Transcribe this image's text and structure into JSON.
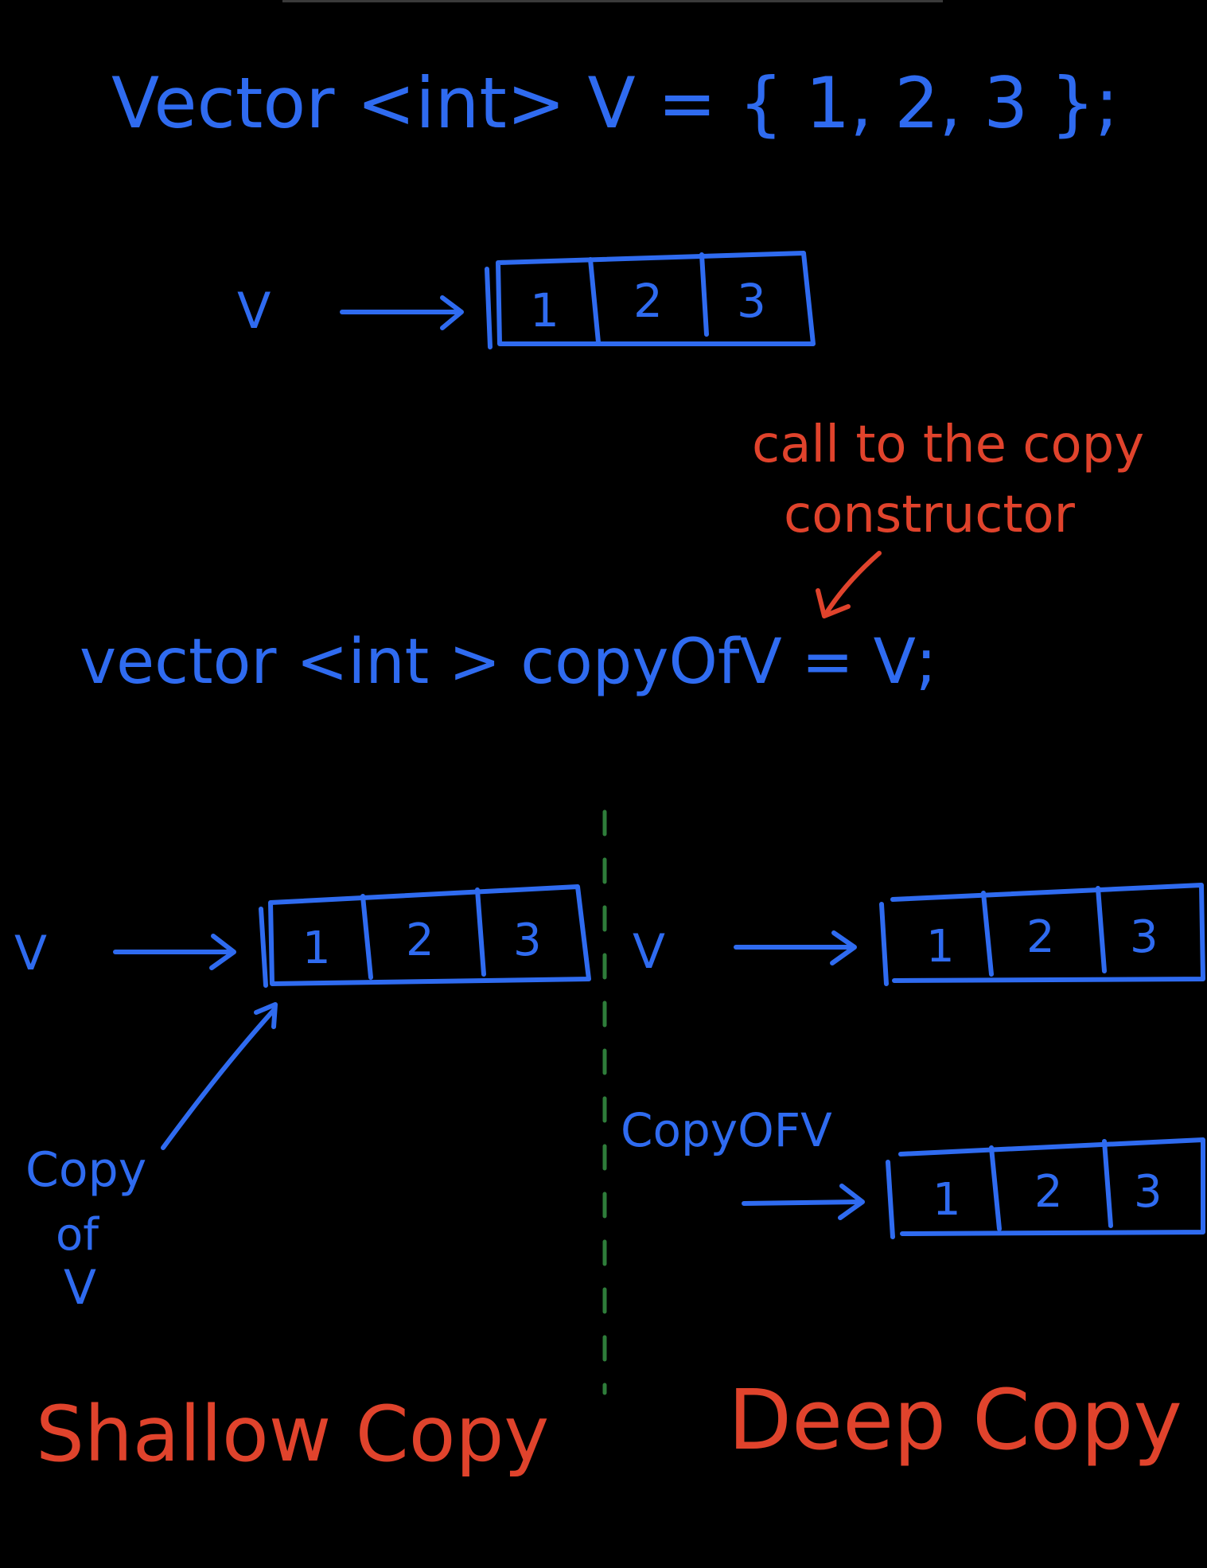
{
  "declaration": "Vector <int> V = { 1, 2, 3 };",
  "copy_declaration": "vector <int > copyOfV = V;",
  "annotation": {
    "line1": "call to the copy",
    "line2": "constructor"
  },
  "labels": {
    "v": "V",
    "copy_of_v_stacked": [
      "Copy",
      "of",
      "V"
    ],
    "copy_of_v": "CopyOFV"
  },
  "array_values": [
    "1",
    "2",
    "3"
  ],
  "sections": {
    "shallow": "Shallow Copy",
    "deep": "Deep Copy"
  },
  "colors": {
    "background": "#000000",
    "ink_blue": "#2f6bf0",
    "ink_red": "#e0432c",
    "divider_green": "#2e7d3a"
  }
}
